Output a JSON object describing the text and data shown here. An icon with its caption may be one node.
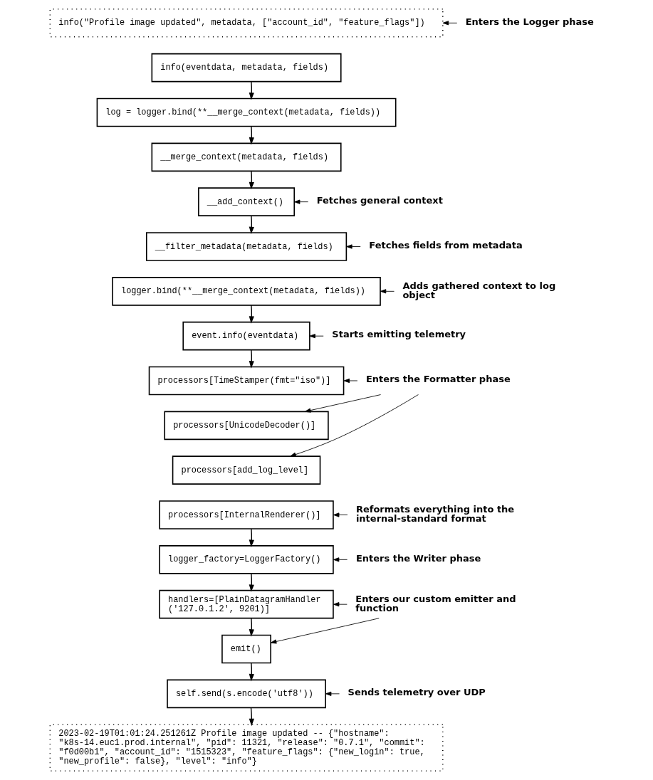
{
  "diagram": {
    "nodes": [
      {
        "text": [
          "info(\"Profile image updated\", metadata, [\"account_id\", \"feature_flags\"])"
        ]
      },
      {
        "text": [
          "info(eventdata, metadata, fields)"
        ]
      },
      {
        "text": [
          "log = logger.bind(**__merge_context(metadata, fields))"
        ]
      },
      {
        "text": [
          "__merge_context(metadata, fields)"
        ]
      },
      {
        "text": [
          "__add_context()"
        ]
      },
      {
        "text": [
          "__filter_metadata(metadata, fields)"
        ]
      },
      {
        "text": [
          "logger.bind(**__merge_context(metadata, fields))"
        ]
      },
      {
        "text": [
          "event.info(eventdata)"
        ]
      },
      {
        "text": [
          "processors[TimeStamper(fmt=\"iso\")]"
        ]
      },
      {
        "text": [
          "processors[UnicodeDecoder()]"
        ]
      },
      {
        "text": [
          "processors[add_log_level]"
        ]
      },
      {
        "text": [
          "processors[InternalRenderer()]"
        ]
      },
      {
        "text": [
          "logger_factory=LoggerFactory()"
        ]
      },
      {
        "text": [
          "handlers=[PlainDatagramHandler ('127.0.1.2', 9201)]"
        ]
      },
      {
        "text": [
          "emit()"
        ]
      },
      {
        "text": [
          "self.send(s.encode('utf8'))"
        ]
      },
      {
        "text": [
          "2023-02-19T01:01:24.251261Z Profile image updated -- {\"hostname\": \"k8s-14.euc1.prod.internal\", \"pid\": 11321, \"release\": \"0.7.1\", \"commit\": \"f0d00b1\", \"account_id\": \"1515323\", \"feature_flags\": {\"new_login\": true, \"new_profile\": false}, \"level\": \"info\"}"
        ]
      },
      {
        "text": [
          "Enters the Logger phase"
        ]
      },
      {
        "text": [
          "Fetches general context"
        ]
      },
      {
        "text": [
          "Fetches fields from metadata"
        ]
      },
      {
        "text": [
          "Adds gathered context to log object"
        ]
      },
      {
        "text": [
          "Starts emitting telemetry"
        ]
      },
      {
        "text": [
          "Enters the Formatter phase"
        ]
      },
      {
        "text": [
          "Reformats everything into the internal-standard format"
        ]
      },
      {
        "text": [
          "Enters the Writer phase"
        ]
      },
      {
        "text": [
          "Enters our custom emitter and function"
        ]
      },
      {
        "text": [
          "Sends telemetry over UDP"
        ]
      }
    ],
    "edges": [
      {
        "from": 1,
        "to": 2,
        "arrow": "to"
      },
      {
        "from": 2,
        "to": 3,
        "arrow": "to"
      },
      {
        "from": 3,
        "to": 4,
        "arrow": "to"
      },
      {
        "from": 4,
        "to": 5,
        "arrow": "to"
      },
      {
        "from": 6,
        "to": 7,
        "arrow": "to"
      },
      {
        "from": 7,
        "to": 8,
        "arrow": "to"
      },
      {
        "from": 11,
        "to": 12,
        "arrow": "to"
      },
      {
        "from": 12,
        "to": 13,
        "arrow": "to"
      },
      {
        "from": 13,
        "to": 14,
        "arrow": "to"
      },
      {
        "from": 14,
        "to": 15,
        "arrow": "to"
      },
      {
        "from": 15,
        "to": 16,
        "arrow": "to"
      },
      {
        "from": 17,
        "to": 0,
        "arrow": "to"
      },
      {
        "from": 18,
        "to": 4,
        "arrow": "to"
      },
      {
        "from": 19,
        "to": 5,
        "arrow": "to"
      },
      {
        "from": 20,
        "to": 6,
        "arrow": "to"
      },
      {
        "from": 21,
        "to": 7,
        "arrow": "to"
      },
      {
        "from": 22,
        "to": 8,
        "arrow": "to"
      },
      {
        "from": 22,
        "to": 9,
        "arrow": "to"
      },
      {
        "from": 22,
        "to": 10,
        "arrow": "to"
      },
      {
        "from": 23,
        "to": 11,
        "arrow": "to"
      },
      {
        "from": 24,
        "to": 12,
        "arrow": "to"
      },
      {
        "from": 25,
        "to": 13,
        "arrow": "to"
      },
      {
        "from": 25,
        "to": 14,
        "arrow": "to"
      },
      {
        "from": 26,
        "to": 15,
        "arrow": "to"
      }
    ]
  }
}
